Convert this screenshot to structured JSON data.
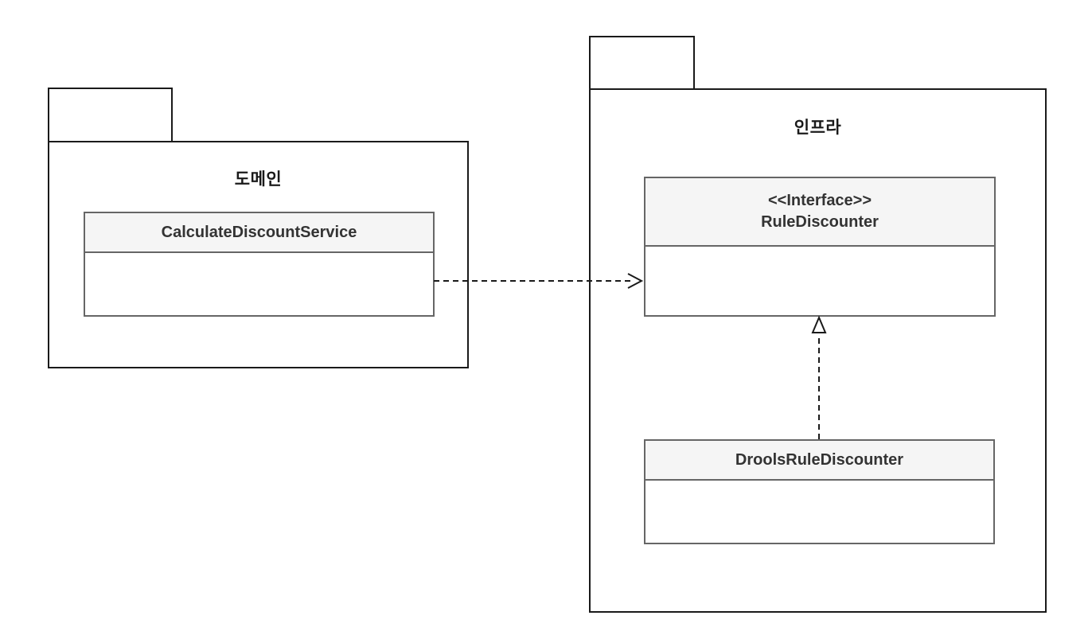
{
  "diagram": {
    "type": "uml-package-class-diagram",
    "background_color": "#ffffff",
    "colors": {
      "package_border": "#1a1a1a",
      "class_border": "#666666",
      "class_header_fill": "#f5f5f5",
      "edge_stroke": "#1a1a1a",
      "triangle_fill": "#ffffff",
      "text": "#333333"
    },
    "packages": [
      {
        "id": "domain",
        "label": "도메인"
      },
      {
        "id": "infra",
        "label": "인프라"
      }
    ],
    "classes": [
      {
        "id": "calculate-discount-service",
        "name": "CalculateDiscountService",
        "stereotype": "",
        "package": "도메인"
      },
      {
        "id": "rule-discounter",
        "name": "RuleDiscounter",
        "stereotype": "<<Interface>>",
        "package": "인프라"
      },
      {
        "id": "drools-rule-discounter",
        "name": "DroolsRuleDiscounter",
        "stereotype": "",
        "package": "인프라"
      }
    ],
    "relations": [
      {
        "type": "dependency",
        "from": "CalculateDiscountService",
        "to": "RuleDiscounter",
        "line": "dashed",
        "arrowhead": "open"
      },
      {
        "type": "realization",
        "from": "DroolsRuleDiscounter",
        "to": "RuleDiscounter",
        "line": "dashed",
        "arrowhead": "hollow-triangle"
      }
    ]
  }
}
